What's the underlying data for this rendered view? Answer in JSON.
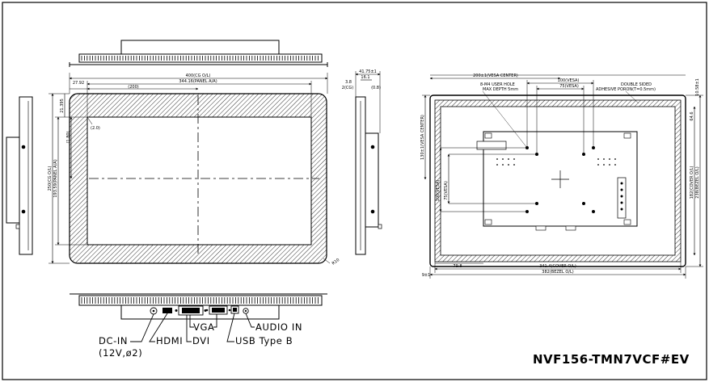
{
  "model_name": "NVF156-TMN7VCF#EV",
  "front_view": {
    "cg_width": "400(CG O/L)",
    "panel_aa_width": "344.16(PANEL A/A)",
    "offset_left": "27.92",
    "half_width": "(200)",
    "offset_top": "21.395",
    "corner": "(2.0)",
    "offset_mid": "(1.80)",
    "cg_height": "250(CG O/L)",
    "panel_aa_height": "193.59(PANEL A/A)",
    "radius": "R10"
  },
  "side_view": {
    "depth": "41.75±1",
    "d1": "16.1",
    "d2": "3.8",
    "cg": "2(CG)",
    "gap": "(0.8)"
  },
  "rear_view": {
    "vesa_200": "200±1(VESA CENTER)",
    "vesa_100h": "100(VESA)",
    "vesa_75h": "75(VESA)",
    "user_hole_1": "8-M4 USER HOLE",
    "user_hole_2": "MAX DEPTH 5mm",
    "tape_1": "DOUBLE SIDED",
    "tape_2": "ADHESIVE PORON(T=0.5mm)",
    "top_margin": "10.58±1",
    "edge": "64.6",
    "vesa_130": "130±1(VESA CENTER)",
    "vesa_100v": "100(VESA)",
    "vesa_75v": "75(VESA)",
    "cover_height": "182(COVER O/L)",
    "bezel_height": "238(BEZEL O/L)",
    "left_edge": "79.8",
    "cover_width": "341.4(COVER O/L)",
    "bezel_width": "382(BEZEL O/L)",
    "corner_gap": "9±1"
  },
  "connectors": {
    "dc_in": "DC-IN",
    "dc_spec": "(12V,ø2)",
    "hdmi": "HDMI",
    "vga": "VGA",
    "dvi": "DVI",
    "usb": "USB Type B",
    "audio": "AUDIO IN"
  }
}
